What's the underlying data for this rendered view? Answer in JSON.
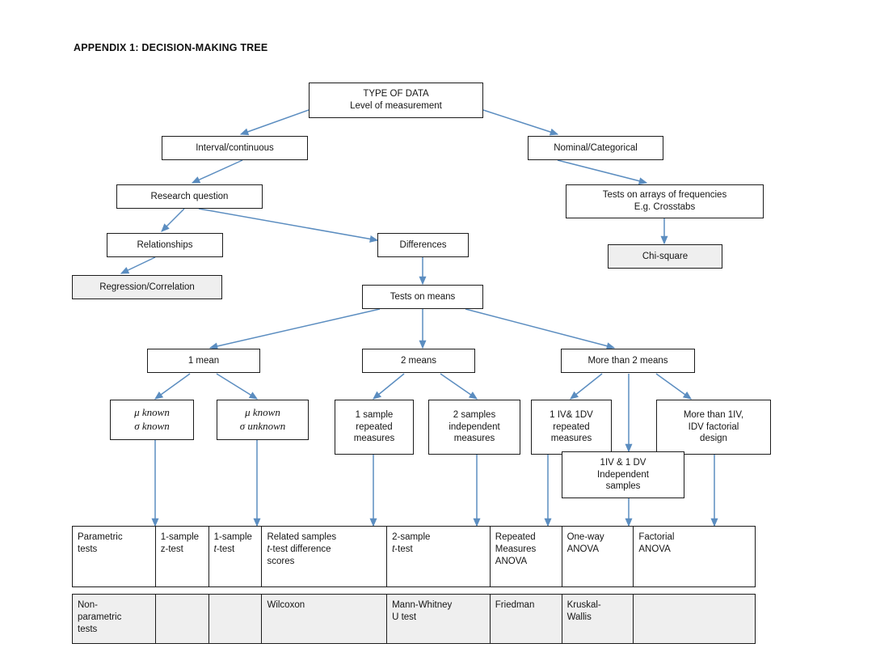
{
  "title": "APPENDIX 1: DECISION-MAKING TREE",
  "colors": {
    "arrow": "#5b8dc0",
    "border": "#1c1c1c",
    "shaded_fill": "#efefef",
    "background": "#ffffff"
  },
  "nodes": {
    "root": "TYPE OF DATA\nLevel of measurement",
    "interval": "Interval/continuous",
    "nominal": "Nominal/Categorical",
    "research_question": "Research question",
    "freq_tests": "Tests on arrays of frequencies\nE.g. Crosstabs",
    "relationships": "Relationships",
    "differences": "Differences",
    "chi_square": "Chi-square",
    "regression": "Regression/Correlation",
    "tests_on_means": "Tests on means",
    "one_mean": "1 mean",
    "two_means": "2 means",
    "more_than_two_means": "More than 2 means",
    "mu_sigma_known": "μ known\nσ known",
    "mu_known_sigma_unknown": "μ known\nσ unknown",
    "one_sample_repeated": "1 sample\nrepeated\nmeasures",
    "two_samples_independent": "2 samples\nindependent\nmeasures",
    "iv_dv_repeated": "1 IV& 1DV\nrepeated\nmeasures",
    "more_than_1iv_factorial": "More than 1IV,\nIDV factorial\ndesign",
    "iv_dv_independent": "1IV & 1 DV\nIndependent\nsamples"
  },
  "tables": {
    "parametric": {
      "label": "Parametric tests",
      "cells": [
        "Parametric\ntests",
        "1-sample\nz-test",
        "1-sample\nt-test",
        "Related samples\nt-test difference\nscores",
        "2-sample\nt-test",
        "Repeated\nMeasures\nANOVA",
        "One-way\nANOVA",
        "Factorial\nANOVA"
      ]
    },
    "nonparametric": {
      "label": "Non-parametric tests",
      "cells": [
        "Non-\nparametric\ntests",
        "",
        "",
        "Wilcoxon",
        "Mann-Whitney\nU test",
        "Friedman",
        "Kruskal-\nWallis",
        ""
      ]
    }
  }
}
